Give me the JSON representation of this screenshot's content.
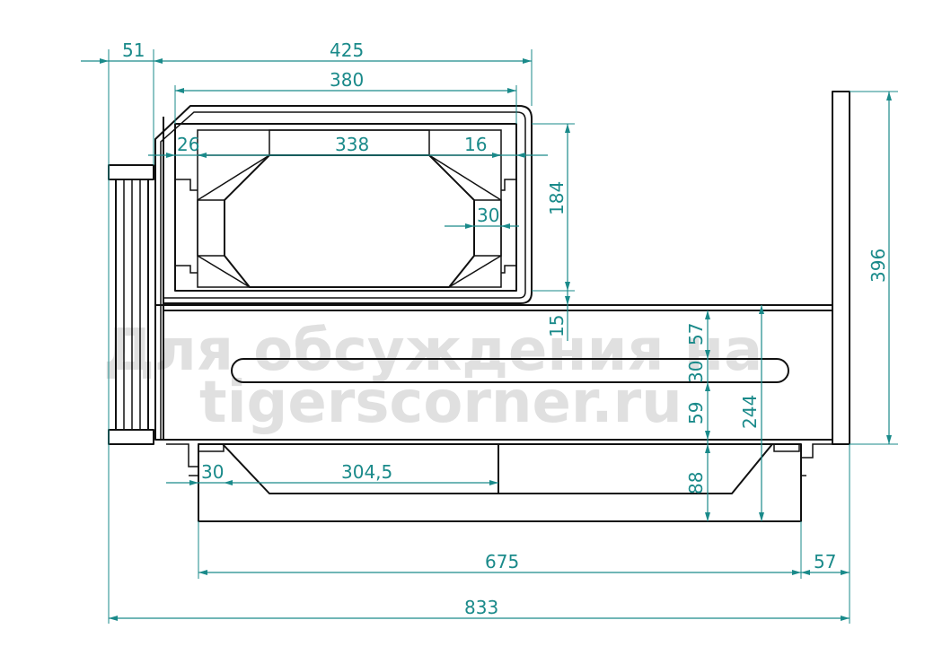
{
  "colors": {
    "line": "#111111",
    "dimension": "#1a8a8a",
    "watermark": "#d6d6d6"
  },
  "dimensions": {
    "d51": "51",
    "d425": "425",
    "d380": "380",
    "d26": "26",
    "d338": "338",
    "d16": "16",
    "d184": "184",
    "d30_top": "30",
    "d15": "15",
    "d396": "396",
    "d57_top": "57",
    "d30_mid": "30",
    "d59": "59",
    "d244": "244",
    "d88": "88",
    "d30_bottom": "30",
    "d304": "304,5",
    "d675": "675",
    "d57_bottom": "57",
    "d833": "833"
  },
  "watermark": {
    "line1": "Для обсуждения на",
    "line2": "tigerscorner.ru"
  }
}
